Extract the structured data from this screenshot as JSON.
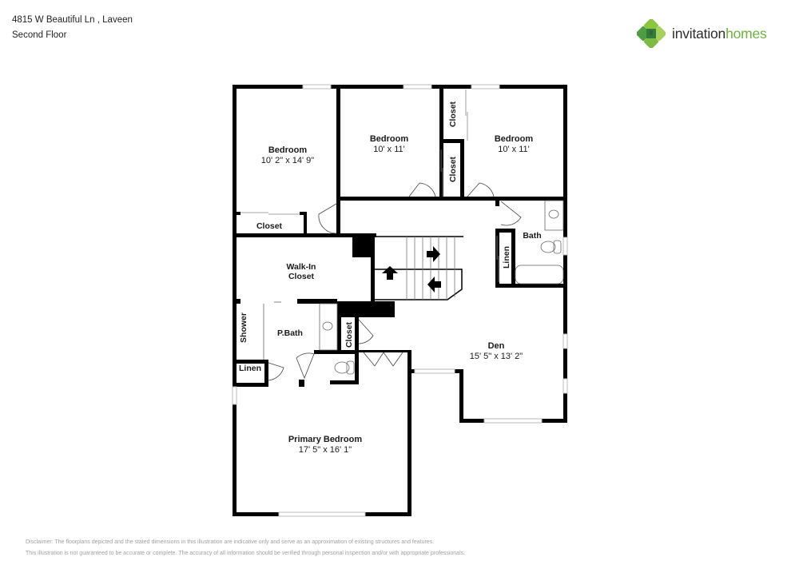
{
  "header": {
    "address": "4815 W Beautiful Ln , Laveen",
    "floor": "Second Floor"
  },
  "brand": {
    "name_part1": "invitation",
    "name_part2": "homes",
    "trademark": "·",
    "colors": {
      "light_green": "#8cc63f",
      "mid_green": "#5aa845",
      "dark_green": "#2e7d3a",
      "text_dark": "#2d2d2d"
    }
  },
  "floorplan": {
    "wall_color": "#000000",
    "window_color": "#cccccc",
    "rooms": [
      {
        "name": "Bedroom",
        "dimensions": "10' 2\" x 14' 9\""
      },
      {
        "name": "Bedroom",
        "dimensions": "10' x 11'"
      },
      {
        "name": "Bedroom",
        "dimensions": "10' x 11'"
      },
      {
        "name": "Den",
        "dimensions": "15' 5\" x 13' 2\""
      },
      {
        "name": "Primary Bedroom",
        "dimensions": "17' 5\" x 16' 1\""
      }
    ],
    "small_spaces": {
      "closet_bed1": "Closet",
      "closet_upper": "Closet",
      "closet_lower": "Closet",
      "walk_in_closet_line1": "Walk-In",
      "walk_in_closet_line2": "Closet",
      "bath": "Bath",
      "linen_bath": "Linen",
      "shower": "Shower",
      "p_bath": "P.Bath",
      "closet_pbath": "Closet",
      "linen_pbath": "Linen"
    }
  },
  "disclaimer": {
    "line1": "Disclaimer: The floorplans depicted and the stated dimensions in this illustration are indicative only and serve as an approximation of existing structures and features.",
    "line2": "This illustration is not guaranteed to be accurate or complete. The accuracy of all information should be verified through personal inspection and/or with appropriate professionals."
  }
}
